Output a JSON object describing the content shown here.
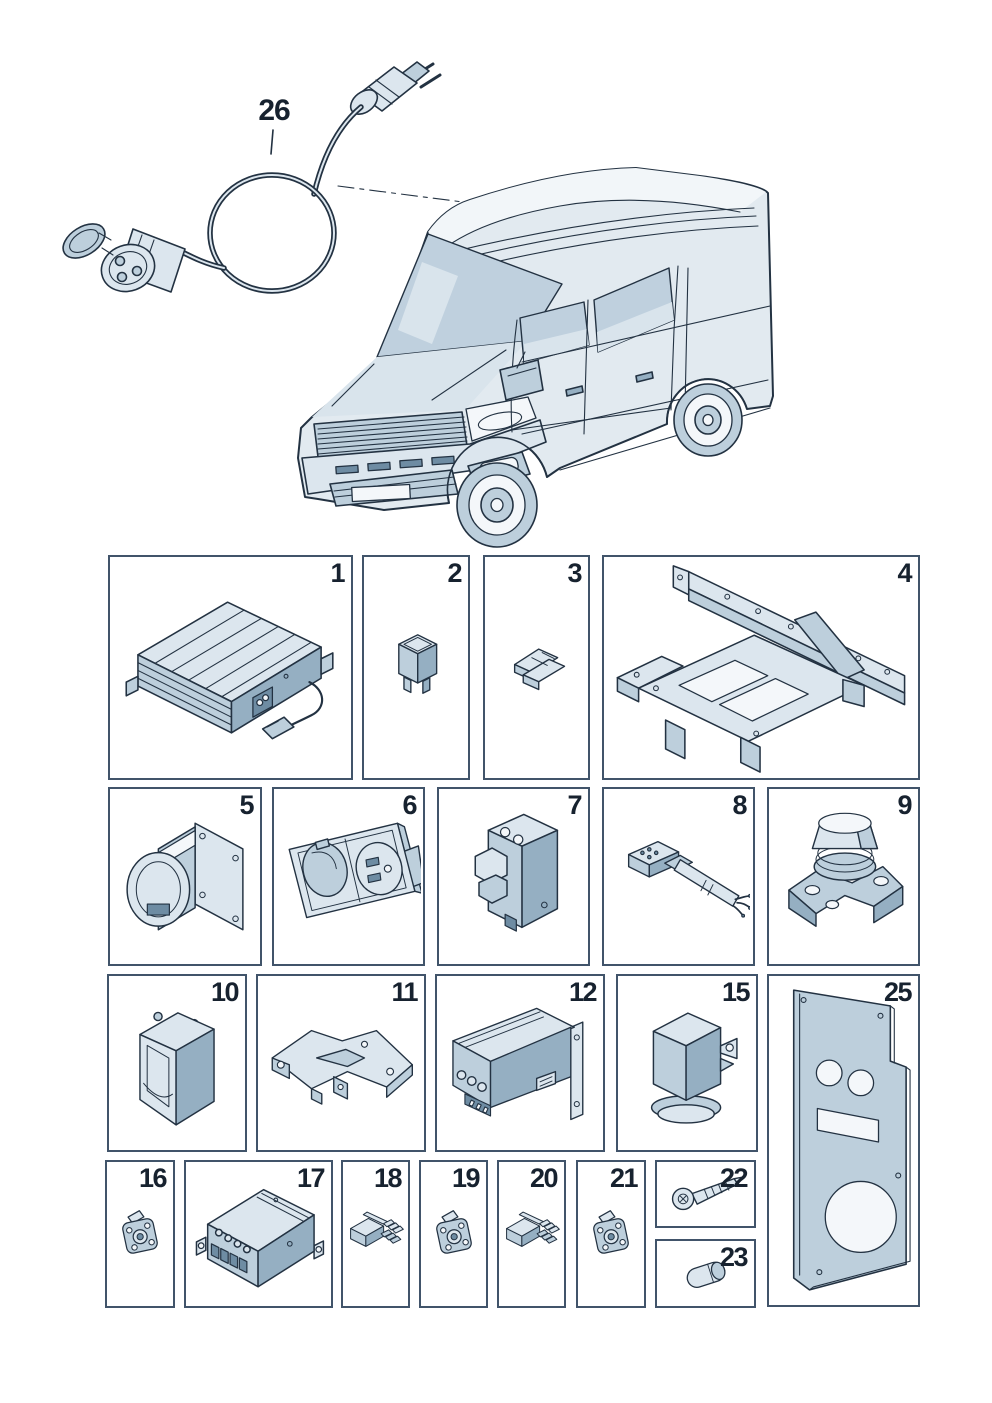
{
  "palette": {
    "background": "#ffffff",
    "outline": "#233242",
    "fill_light": "#dce6ee",
    "fill_mid": "#bdcfdc",
    "fill_dark": "#95afc2",
    "box_border": "#41546a",
    "number_color": "#17222f"
  },
  "callout": {
    "number": "26",
    "icon": "adapter-cable-icon",
    "leader_icon": "dash-dot-leader-line"
  },
  "vehicle": {
    "icon": "van-illustration"
  },
  "parts": {
    "p1": {
      "number": "1",
      "icon": "battery-charger-icon"
    },
    "p2": {
      "number": "2",
      "icon": "fuse-icon"
    },
    "p3": {
      "number": "3",
      "icon": "retaining-clip-icon"
    },
    "p4": {
      "number": "4",
      "icon": "mounting-frame-icon"
    },
    "p5": {
      "number": "5",
      "icon": "power-inlet-socket-icon"
    },
    "p6": {
      "number": "6",
      "icon": "covered-socket-outlet-icon"
    },
    "p7": {
      "number": "7",
      "icon": "circuit-breaker-icon"
    },
    "p8": {
      "number": "8",
      "icon": "cable-connector-icon"
    },
    "p9": {
      "number": "9",
      "icon": "isolator-switch-icon"
    },
    "p10": {
      "number": "10",
      "icon": "cover-housing-icon"
    },
    "p11": {
      "number": "11",
      "icon": "mounting-bracket-icon"
    },
    "p12": {
      "number": "12",
      "icon": "control-module-icon"
    },
    "p15": {
      "number": "15",
      "icon": "relay-icon"
    },
    "p16": {
      "number": "16",
      "icon": "connector-housing-icon"
    },
    "p17": {
      "number": "17",
      "icon": "control-unit-icon"
    },
    "p18": {
      "number": "18",
      "icon": "multipin-connector-icon"
    },
    "p19": {
      "number": "19",
      "icon": "connector-housing-icon"
    },
    "p20": {
      "number": "20",
      "icon": "multipin-connector-icon"
    },
    "p21": {
      "number": "21",
      "icon": "connector-housing-icon"
    },
    "p22": {
      "number": "22",
      "icon": "screw-icon"
    },
    "p23": {
      "number": "23",
      "icon": "protective-cap-icon"
    },
    "p25": {
      "number": "25",
      "icon": "mounting-plate-icon"
    }
  }
}
